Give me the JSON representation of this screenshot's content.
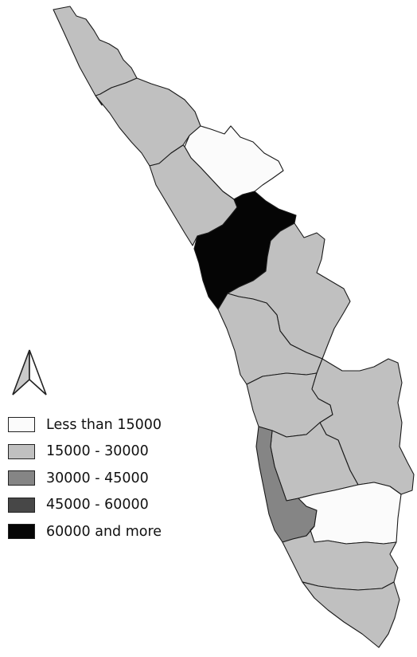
{
  "colors": {
    "outline": "#1a1a1a",
    "background": "#ffffff"
  },
  "legend": {
    "items": [
      {
        "label": "Less than 15000",
        "color": "#fbfbfb"
      },
      {
        "label": "15000 - 30000",
        "color": "#c0c0c0"
      },
      {
        "label": "30000 - 45000",
        "color": "#858585"
      },
      {
        "label": "45000 - 60000",
        "color": "#474747"
      },
      {
        "label": "60000 and more",
        "color": "#050505"
      }
    ]
  },
  "north_arrow": {
    "icon": "north-arrow-icon"
  },
  "districts": [
    {
      "id": "kasaragod",
      "class": 1
    },
    {
      "id": "kannur",
      "class": 1
    },
    {
      "id": "wayanad",
      "class": 0
    },
    {
      "id": "kozhikode",
      "class": 1
    },
    {
      "id": "malappuram",
      "class": 4
    },
    {
      "id": "palakkad",
      "class": 1
    },
    {
      "id": "thrissur",
      "class": 1
    },
    {
      "id": "ernakulam",
      "class": 1
    },
    {
      "id": "idukki",
      "class": 1
    },
    {
      "id": "kottayam",
      "class": 1
    },
    {
      "id": "alappuzha",
      "class": 2
    },
    {
      "id": "pathanamthitta",
      "class": 0
    },
    {
      "id": "kollam",
      "class": 1
    },
    {
      "id": "thiruvananthapuram",
      "class": 1
    }
  ]
}
